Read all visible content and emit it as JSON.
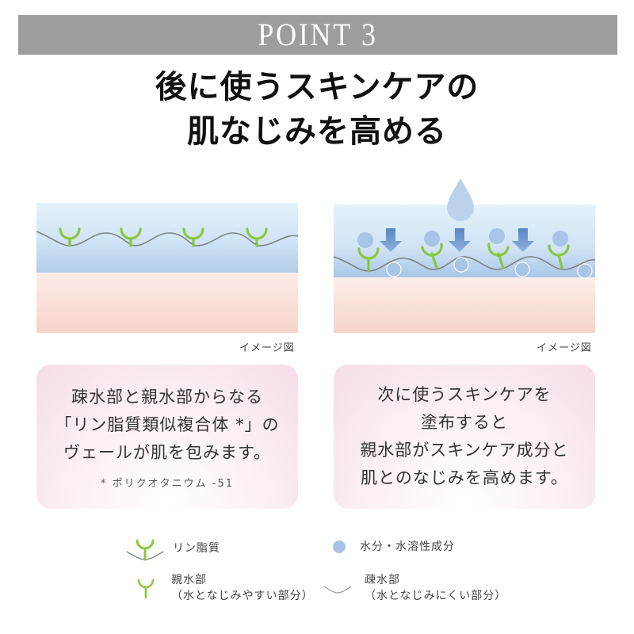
{
  "banner": {
    "label": "POINT 3",
    "color": "#9d9d9f"
  },
  "headline": {
    "lines": [
      "後に使うスキンケアの",
      "肌なじみを高める"
    ]
  },
  "diagrams": [
    {
      "caption": "イメージ図",
      "state": "before",
      "lipid_count": 4
    },
    {
      "caption": "イメージ図",
      "state": "after",
      "lipid_count": 4,
      "arrow_count": 3,
      "drop": true
    }
  ],
  "cards": [
    {
      "lines": [
        "疎水部と親水部からなる",
        "「リン脂質類似複合体 *」の",
        "ヴェールが肌を包みます。"
      ],
      "note": "* ポリクオタニウム -51"
    },
    {
      "lines": [
        "次に使うスキンケアを",
        "塗布すると",
        "親水部がスキンケア成分と",
        "肌とのなじみを高めます。"
      ]
    }
  ],
  "legend": {
    "phospholipid": {
      "icon": "phospholipid-icon",
      "label": "リン脂質"
    },
    "water": {
      "icon": "water-dot-icon",
      "label": "水分・水溶性成分"
    },
    "hydrophilic": {
      "icon": "hydrophilic-icon",
      "label": "親水部",
      "sub": "（水となじみやすい部分）"
    },
    "hydrophobic": {
      "icon": "hydrophobic-icon",
      "label": "疎水部",
      "sub": "（水となじみにくい部分）"
    }
  },
  "colors": {
    "green": "#8cc63f",
    "water_blue": "#a8c4e6",
    "arrow_blue": "#6f95cf",
    "line_gray": "#7a8585",
    "skin_pink": "#f8d9d0",
    "sky_blue": "#dcedf8"
  }
}
